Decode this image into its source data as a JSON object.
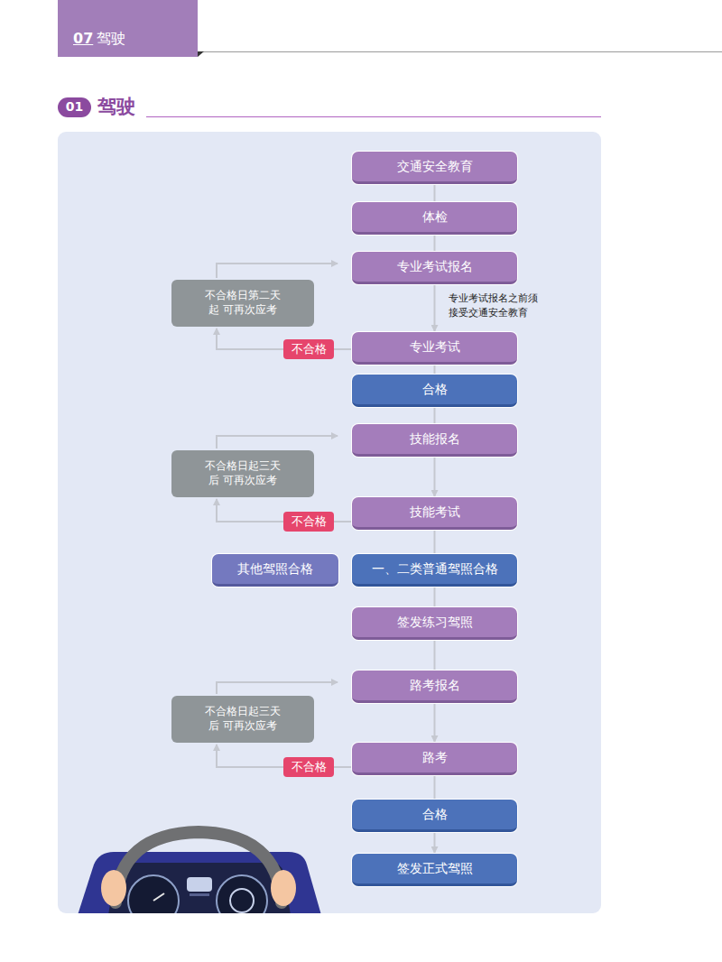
{
  "diagram": {
    "title": "驾驶",
    "nodes": [
      {
        "text": [
          "交通安全教育"
        ]
      },
      {
        "text": [
          "体检"
        ]
      },
      {
        "text": [
          "专业考试报名"
        ]
      },
      {
        "text": [
          "不合格日第二天起 可再次应考"
        ]
      },
      {
        "text": [
          "专业考试"
        ]
      },
      {
        "text": [
          "不合格"
        ]
      },
      {
        "text": [
          "合格"
        ]
      },
      {
        "text": [
          "技能报名"
        ]
      },
      {
        "text": [
          "不合格日起三天后 可再次应考"
        ]
      },
      {
        "text": [
          "技能考试"
        ]
      },
      {
        "text": [
          "不合格"
        ]
      },
      {
        "text": [
          "其他驾照合格"
        ]
      },
      {
        "text": [
          "一、二类普通驾照合格"
        ]
      },
      {
        "text": [
          "签发练习驾照"
        ]
      },
      {
        "text": [
          "路考报名"
        ]
      },
      {
        "text": [
          "不合格日起三天后 可再次应考"
        ]
      },
      {
        "text": [
          "路考"
        ]
      },
      {
        "text": [
          "不合格"
        ]
      },
      {
        "text": [
          "合格"
        ]
      },
      {
        "text": [
          "签发正式驾照"
        ]
      }
    ],
    "edges": [
      {
        "from": 0,
        "to": 1,
        "arrow": "none"
      },
      {
        "from": 1,
        "to": 2,
        "arrow": "none"
      },
      {
        "from": 2,
        "to": 4,
        "arrow": "to"
      },
      {
        "from": 4,
        "to": 5,
        "arrow": "none"
      },
      {
        "from": 5,
        "to": 3,
        "arrow": "to"
      },
      {
        "from": 3,
        "to": 2,
        "arrow": "to"
      },
      {
        "from": 4,
        "to": 6,
        "arrow": "none"
      },
      {
        "from": 6,
        "to": 7,
        "arrow": "none"
      },
      {
        "from": 7,
        "to": 9,
        "arrow": "to"
      },
      {
        "from": 9,
        "to": 10,
        "arrow": "none"
      },
      {
        "from": 10,
        "to": 8,
        "arrow": "to"
      },
      {
        "from": 8,
        "to": 7,
        "arrow": "to"
      },
      {
        "from": 9,
        "to": 12,
        "arrow": "none"
      },
      {
        "from": 12,
        "to": 13,
        "arrow": "none"
      },
      {
        "from": 13,
        "to": 14,
        "arrow": "none"
      },
      {
        "from": 14,
        "to": 16,
        "arrow": "to"
      },
      {
        "from": 16,
        "to": 17,
        "arrow": "none"
      },
      {
        "from": 17,
        "to": 15,
        "arrow": "to"
      },
      {
        "from": 15,
        "to": 14,
        "arrow": "to"
      },
      {
        "from": 16,
        "to": 18,
        "arrow": "none"
      },
      {
        "from": 18,
        "to": 19,
        "arrow": "to"
      }
    ],
    "labels": [
      "07",
      "驾驶",
      "01",
      "专业考试报名之前须 接受交通安全教育"
    ]
  }
}
